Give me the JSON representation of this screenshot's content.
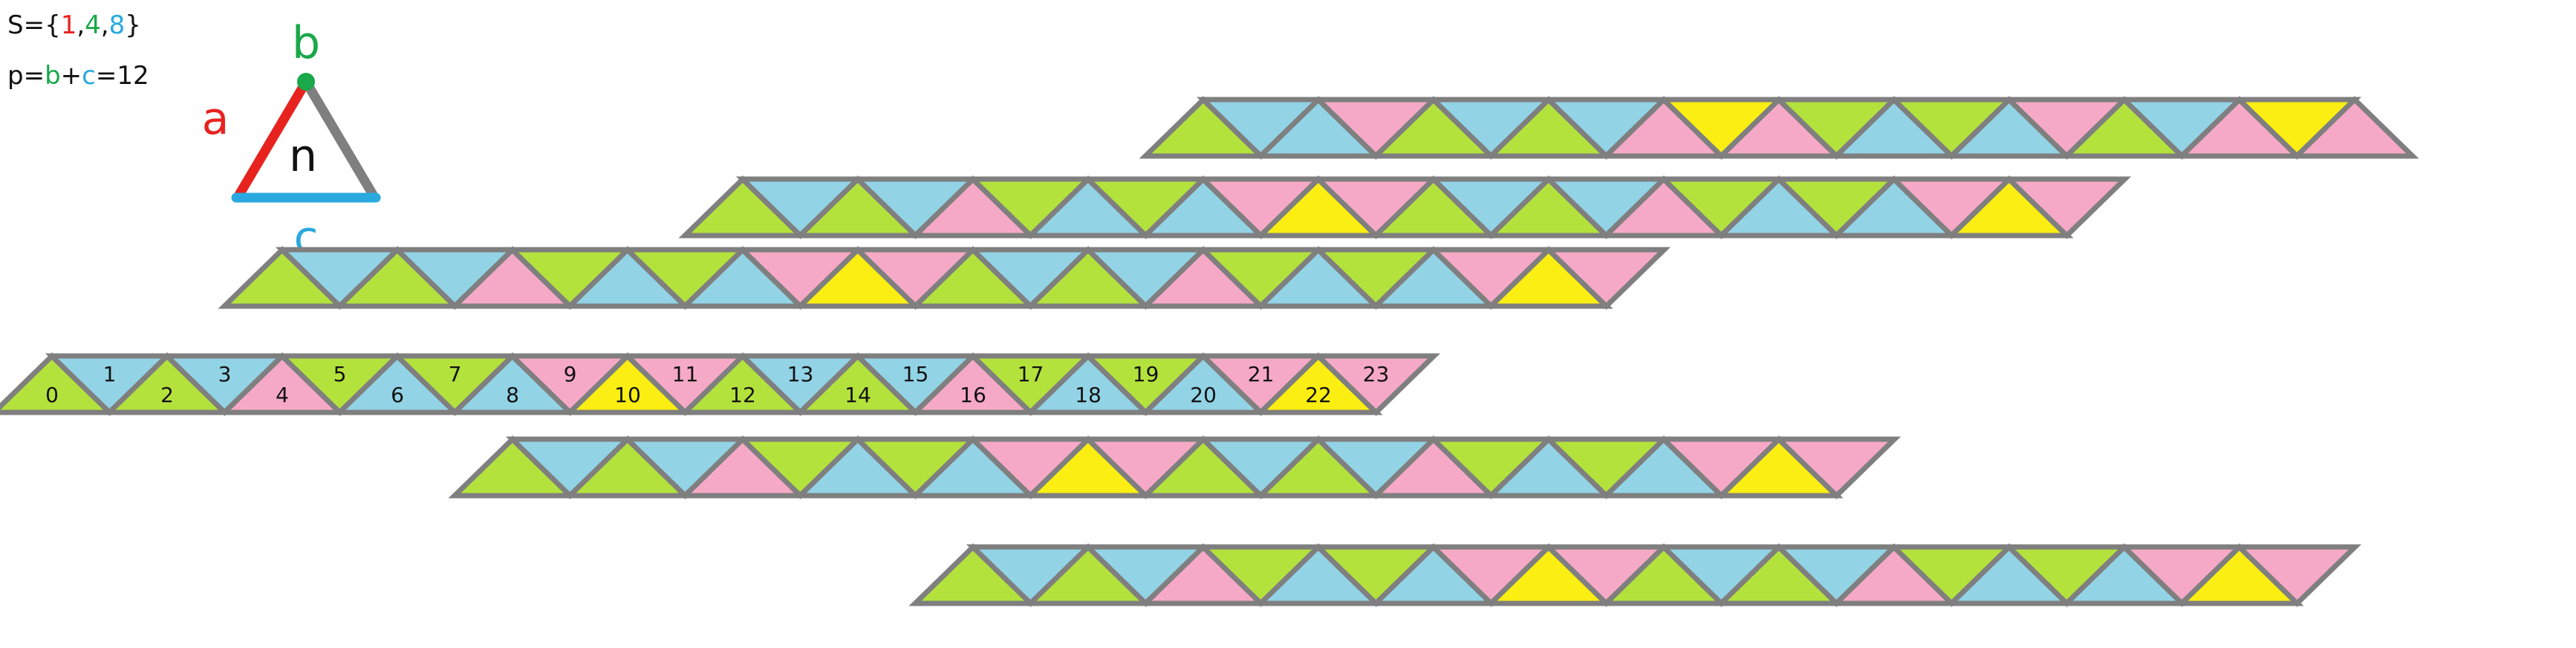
{
  "legend": {
    "set_prefix": "S={",
    "set_suffix": "}",
    "set_values": [
      "1",
      "4",
      "8"
    ],
    "perimeter_prefix": "p=",
    "perimeter_b": "b",
    "perimeter_plus": "+",
    "perimeter_c": "c",
    "perimeter_result": "=12",
    "side_a": "a",
    "side_b": "b",
    "side_c": "c",
    "center": "n"
  },
  "colors": {
    "green": "#b4e23c",
    "blue": "#92d3e6",
    "pink": "#f6a9c6",
    "yellow": "#fbee12",
    "outline": "#7f7f7f",
    "side_a": "#e8231f",
    "side_b_dot": "#19a84a",
    "side_c": "#29a9df"
  },
  "rows": [
    {
      "id": "row-1",
      "start": 20,
      "colors": "GBBPGBGBPYPGBGBPGBPYP"
    },
    {
      "id": "row-2",
      "start": 12,
      "colors": "GBGBPGBGBPYPGBGBPGBGBPYP"
    },
    {
      "id": "row-3",
      "start": 4,
      "colors": "GBGBPGBGBPYPGBGBPGBGBPYP"
    },
    {
      "id": "row-main",
      "start": 0,
      "colors": "GBGBPGBGBPYPGBGBPGBGBPYP",
      "labels": [
        "0",
        "1",
        "2",
        "3",
        "4",
        "5",
        "6",
        "7",
        "8",
        "9",
        "10",
        "11",
        "12",
        "13",
        "14",
        "15",
        "16",
        "17",
        "18",
        "19",
        "20",
        "21",
        "22",
        "23"
      ]
    },
    {
      "id": "row-5",
      "start": 8,
      "colors": "GBGBPGBGBPYPGBGBPGBGBPYP"
    },
    {
      "id": "row-6",
      "start": 16,
      "colors": "GBGBPGBGBPYPGBGBPGBGBPYP"
    }
  ]
}
